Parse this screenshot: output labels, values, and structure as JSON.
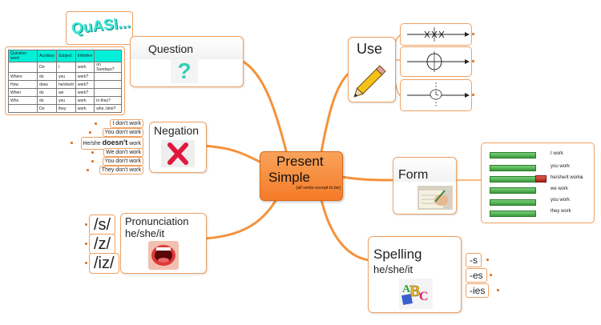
{
  "center": {
    "title_line1": "Present",
    "title_line2": "Simple",
    "note": "(all verbs except to be)"
  },
  "question": {
    "label": "Question",
    "logo_text": "QuASI...",
    "icon": "question-mark-icon",
    "table": {
      "headers": [
        "Question word",
        "Auxiliary",
        "Subject",
        "Infinitive",
        ""
      ],
      "rows": [
        [
          "",
          "Do",
          "I",
          "work",
          "on Sundays?"
        ],
        [
          "Where",
          "do",
          "you",
          "work?",
          ""
        ],
        [
          "How",
          "does",
          "he/she/it",
          "work?",
          ""
        ],
        [
          "When",
          "do",
          "we",
          "work?",
          ""
        ],
        [
          "Who",
          "do",
          "you",
          "work",
          "in they?"
        ],
        [
          "",
          "Do",
          "they",
          "work",
          "who..time?"
        ]
      ]
    }
  },
  "negation": {
    "label": "Negation",
    "icon": "red-x-icon",
    "items": [
      {
        "pre": "I don't work",
        "bold": "",
        "post": ""
      },
      {
        "pre": "You don't work",
        "bold": "",
        "post": ""
      },
      {
        "pre": "He/she ",
        "bold": "doesn't",
        "post": " work"
      },
      {
        "pre": "We don't work",
        "bold": "",
        "post": ""
      },
      {
        "pre": "You don't work",
        "bold": "",
        "post": ""
      },
      {
        "pre": "They don't work",
        "bold": "",
        "post": ""
      }
    ]
  },
  "pronunciation": {
    "label_line1": "Pronunciation",
    "label_line2": "he/she/it",
    "icon": "mouth-icon",
    "items": [
      "/s/",
      "/z/",
      "/iz/"
    ]
  },
  "use": {
    "label": "Use",
    "icon": "pencil-icon",
    "timeline_icons": [
      "repeated-actions-timeline-icon",
      "present-state-timeline-icon",
      "timetable-clock-timeline-icon"
    ]
  },
  "form": {
    "label": "Form",
    "icon": "writing-hand-icon",
    "rows": [
      {
        "text": "I work",
        "highlight": false
      },
      {
        "text": "you work",
        "highlight": false
      },
      {
        "text": "he/she/it work",
        "suffix": "s",
        "highlight": true
      },
      {
        "text": "we work",
        "highlight": false
      },
      {
        "text": "you work",
        "highlight": false
      },
      {
        "text": "they work",
        "highlight": false
      }
    ]
  },
  "spelling": {
    "label_line1": "Spelling",
    "label_line2": "he/she/it",
    "icon": "abc-letters-icon",
    "items": [
      "-s",
      "-es",
      "-ies"
    ]
  },
  "colors": {
    "branch": "#f5923a",
    "node_border": "#f0a060",
    "center_fill": "#f47b28",
    "progress_green": "#4cb84c",
    "progress_red": "#c83228"
  }
}
